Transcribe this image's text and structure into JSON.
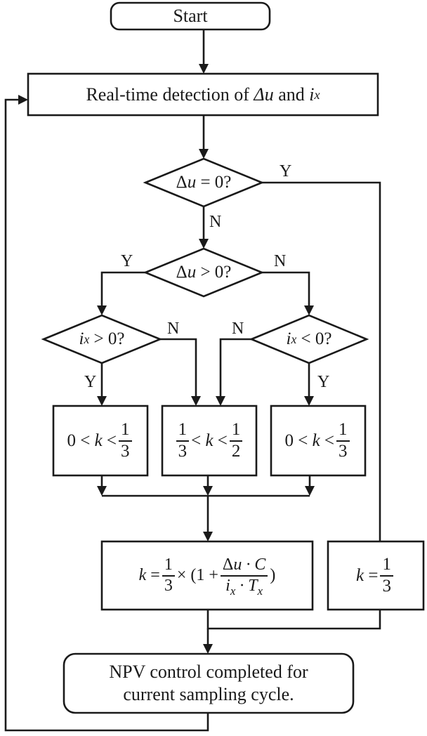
{
  "flowchart": {
    "start": "Start",
    "detect": {
      "prefix": "Real-time detection of",
      "delta": "Δ",
      "u": "u",
      "and": "and",
      "i": "i",
      "sub_x": "x"
    },
    "dec1": {
      "lhs": "Δ",
      "var": "u",
      "rel": " = 0?"
    },
    "dec2": {
      "lhs": "Δ",
      "var": "u",
      "rel": " > 0?"
    },
    "dec3": {
      "var": "i",
      "sub": "x",
      "rel": " > 0?"
    },
    "dec4": {
      "var": "i",
      "sub": "x",
      "rel": " < 0?"
    },
    "box_left": {
      "lhs": "0 <",
      "k": "k",
      "lt": "<",
      "num": "1",
      "den": "3"
    },
    "box_mid": {
      "num1": "1",
      "den1": "3",
      "lt1": "<",
      "k": "k",
      "lt2": "<",
      "num2": "1",
      "den2": "2"
    },
    "box_right": {
      "lhs": "0 <",
      "k": "k",
      "lt": "<",
      "num": "1",
      "den": "3"
    },
    "formula": {
      "k": "k",
      "eq": "=",
      "num": "1",
      "den": "3",
      "times": "× (1 +",
      "f_delta": "Δ",
      "f_u": "u",
      "f_dot_c": " · C",
      "f_i": "i",
      "f_ix": "x",
      "f_dot_t": " · T",
      "f_tx": "x",
      "close": ")"
    },
    "k_third": {
      "k": "k",
      "eq": "=",
      "num": "1",
      "den": "3"
    },
    "end_line1": "NPV control completed for",
    "end_line2": "current sampling cycle."
  },
  "edge_labels": {
    "dec1_yes": "Y",
    "dec1_no": "N",
    "dec2_yes": "Y",
    "dec2_no": "N",
    "dec3_no": "N",
    "dec3_yes": "Y",
    "dec4_no": "N",
    "dec4_yes": "Y"
  }
}
